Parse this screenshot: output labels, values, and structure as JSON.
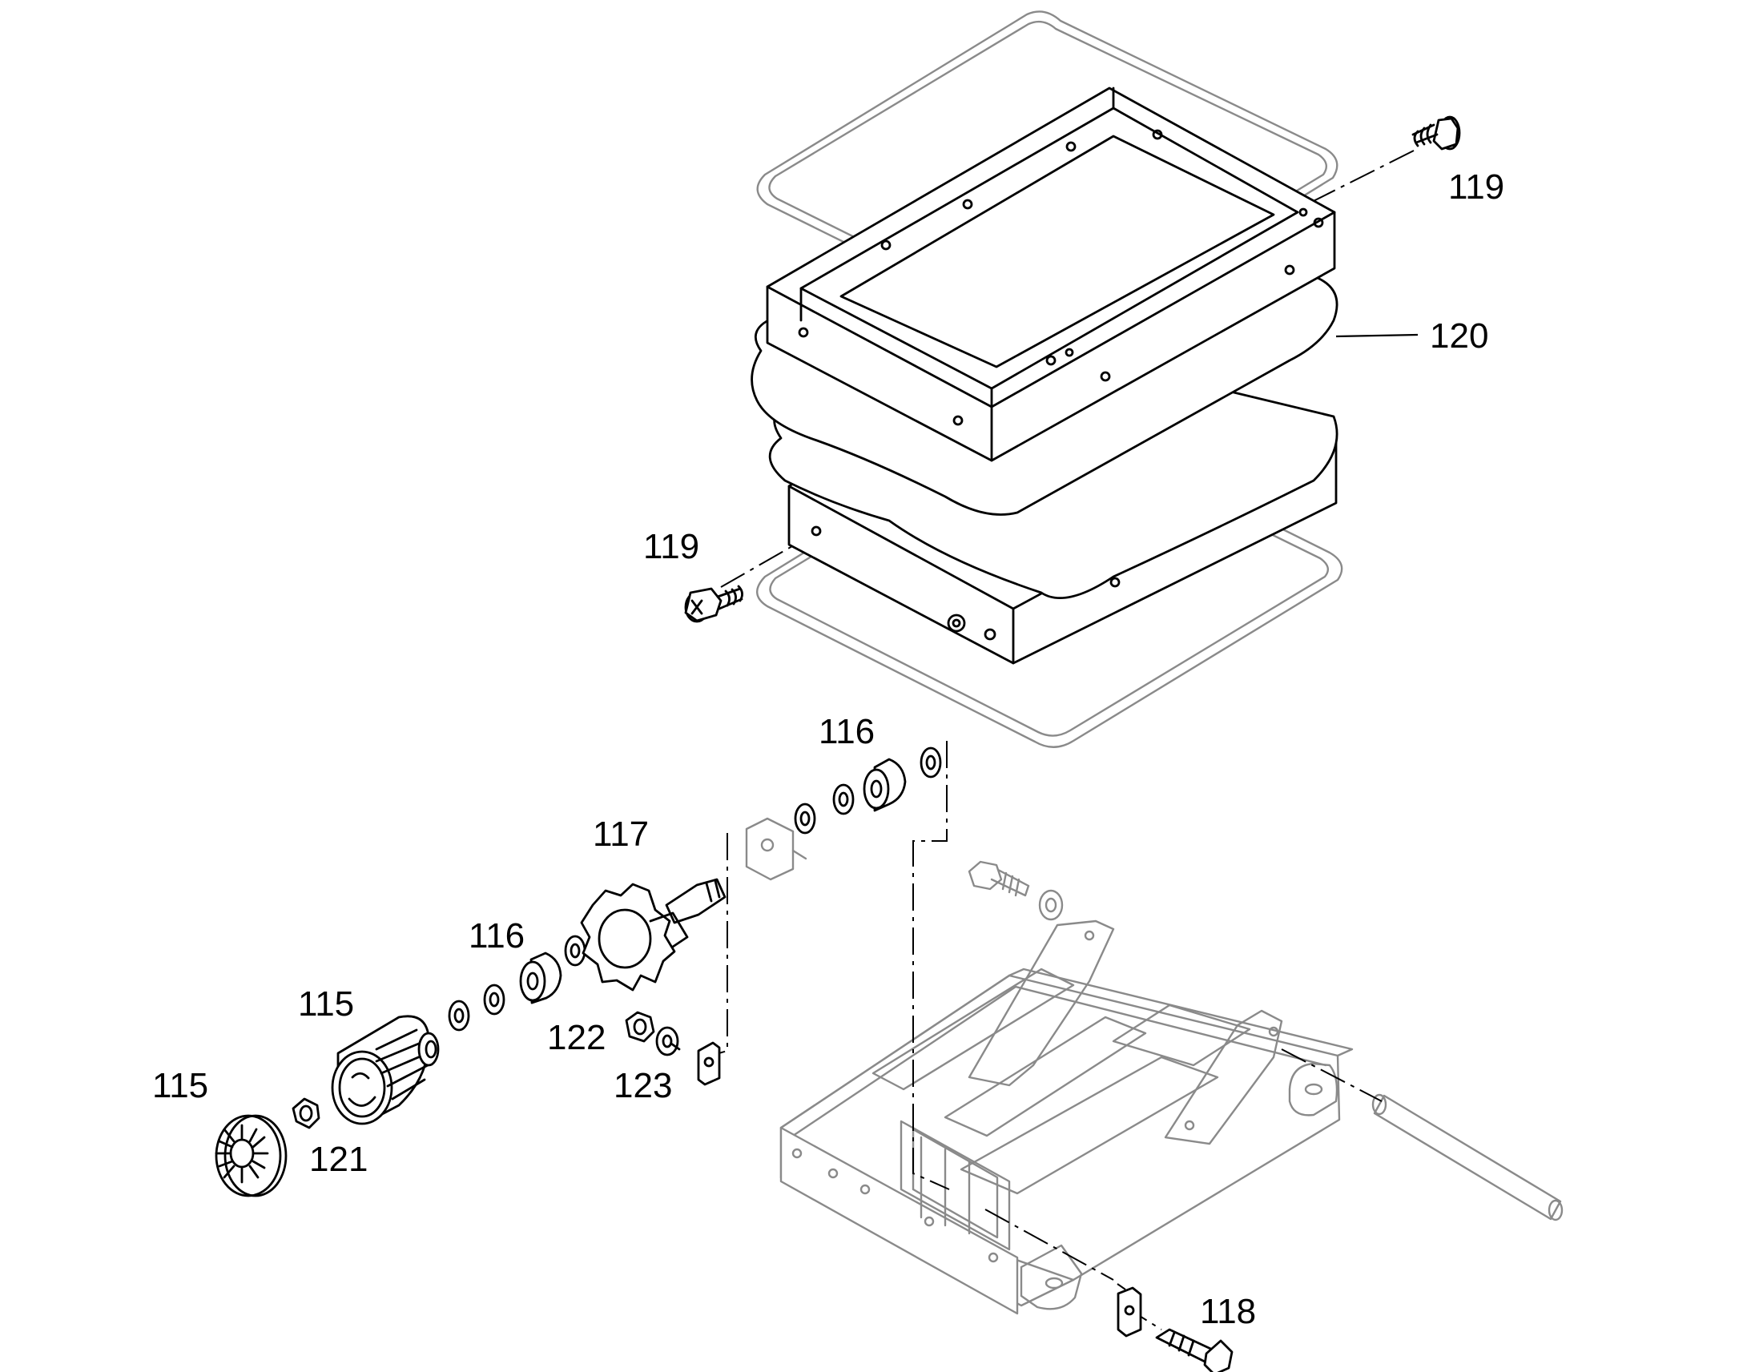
{
  "callouts": {
    "c119a": "119",
    "c120": "120",
    "c119b": "119",
    "c116a": "116",
    "c117": "117",
    "c116b": "116",
    "c115a": "115",
    "c115b": "115",
    "c122": "122",
    "c123": "123",
    "c121": "121",
    "c118": "118"
  },
  "colors": {
    "ink": "#000000",
    "ghost": "#8a8a8a",
    "paper": "#ffffff"
  }
}
